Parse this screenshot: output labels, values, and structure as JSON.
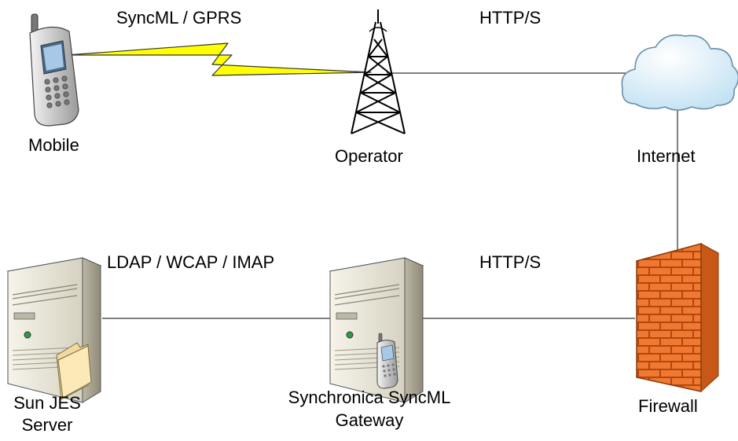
{
  "nodes": {
    "mobile": {
      "label": "Mobile"
    },
    "operator": {
      "label": "Operator"
    },
    "internet": {
      "label": "Internet"
    },
    "sun_jes": {
      "label_line1": "Sun JES",
      "label_line2": "Server"
    },
    "gateway": {
      "label_line1": "Synchronica SyncML",
      "label_line2": "Gateway"
    },
    "firewall": {
      "label": "Firewall"
    }
  },
  "links": {
    "mobile_operator": {
      "label": "SyncML / GPRS"
    },
    "operator_internet": {
      "label": "HTTP/S"
    },
    "server_gateway": {
      "label": "LDAP / WCAP / IMAP"
    },
    "gateway_firewall": {
      "label": "HTTP/S"
    }
  },
  "colors": {
    "lightning": "#ffff00",
    "firewall_brick": "#f07830",
    "cloud": "#c8e6f5",
    "server_body": "#ece9dc"
  },
  "icons": [
    "mobile-phone-icon",
    "radio-tower-icon",
    "cloud-icon",
    "server-icon",
    "folder-icon",
    "firewall-icon"
  ]
}
